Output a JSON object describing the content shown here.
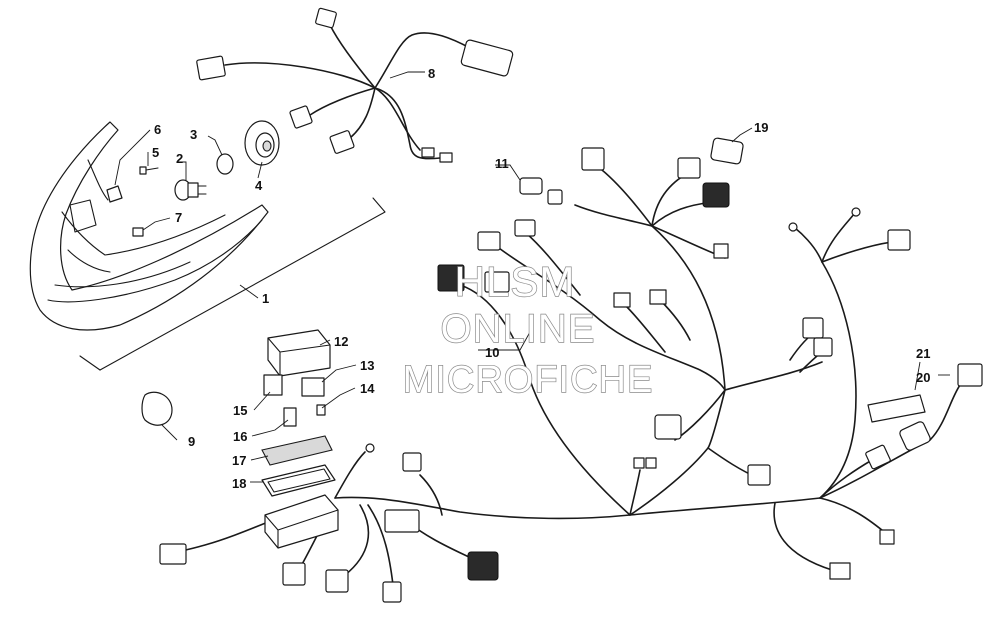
{
  "watermark": {
    "line1": "HLSM",
    "line2": "ONLINE",
    "line3": "MICROFICHE"
  },
  "callouts": {
    "c1": "1",
    "c2": "2",
    "c3": "3",
    "c4": "4",
    "c5": "5",
    "c6": "6",
    "c7": "7",
    "c8": "8",
    "c9": "9",
    "c10": "10",
    "c11": "11",
    "c12": "12",
    "c13": "13",
    "c14": "14",
    "c15": "15",
    "c16": "16",
    "c17": "17",
    "c18": "18",
    "c19": "19",
    "c20": "20",
    "c21": "21"
  }
}
